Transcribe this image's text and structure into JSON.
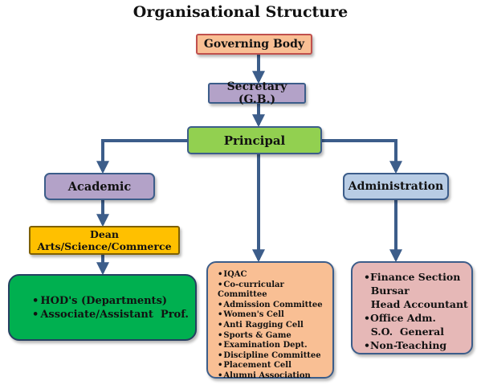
{
  "title": "Organisational Structure",
  "nodes": {
    "governing_body": "Governing Body",
    "secretary": "Secretary (G.B.)",
    "principal": "Principal",
    "academic": "Academic",
    "administration": "Administration",
    "dean_line1": "Dean",
    "dean_line2": "Arts/Science/Commerce"
  },
  "hod_items": [
    "HOD's (Departments)",
    "Associate/Assistant  Prof."
  ],
  "cell_items": [
    "IQAC",
    "Co-curricular Committee",
    "Admission Committee",
    "Women's Cell",
    "Anti Ragging Cell",
    "Sports & Game",
    "Examination Dept.",
    "Discipline Committee",
    "Placement Cell",
    "Alumni Association"
  ],
  "admin_items": [
    "•Finance Section",
    "  Bursar",
    "  Head Accountant",
    "•Office Adm.",
    "  S.O.  General",
    "•Non-Teaching"
  ],
  "colors": {
    "connector": "#3c5d8a",
    "governing_body": "#f9bf94",
    "secretary": "#b3a2c8",
    "principal": "#92d050",
    "academic": "#b3a2c8",
    "administration": "#b8cce4",
    "dean": "#ffc000",
    "hod": "#00b050",
    "cells": "#f9bf94",
    "admin_sections": "#e6b8b7"
  }
}
